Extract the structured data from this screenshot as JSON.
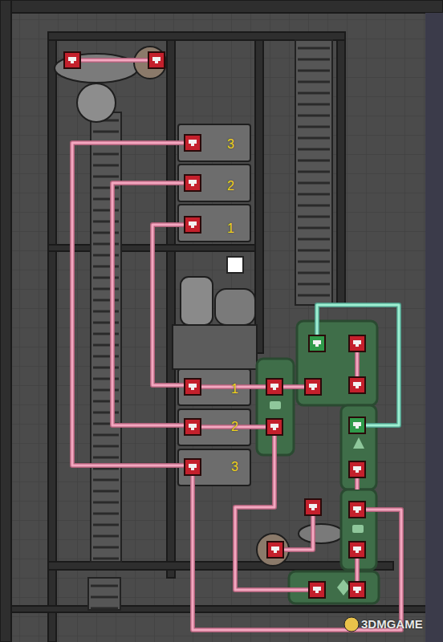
{
  "diagram": {
    "labels": [
      "3",
      "2",
      "1",
      "1",
      "2",
      "3",
      "3DMGAME"
    ]
  }
}
